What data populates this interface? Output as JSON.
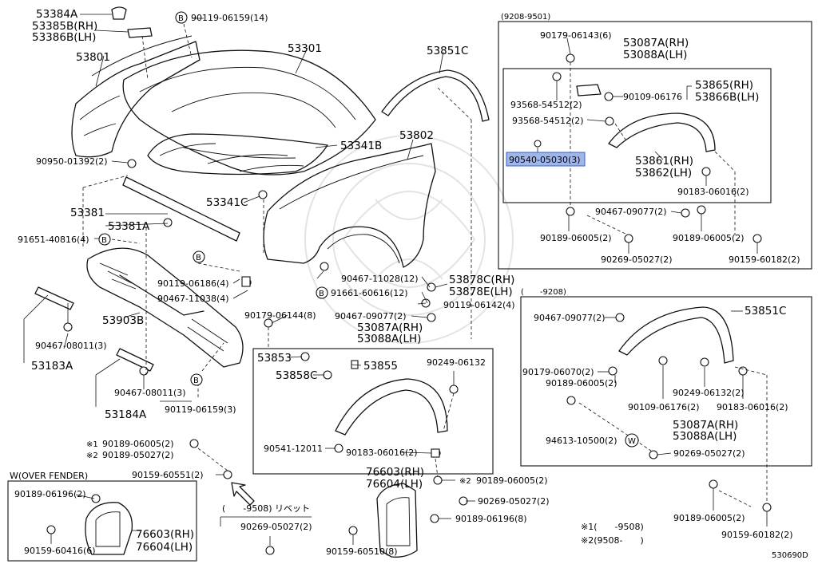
{
  "labels": {
    "p53384A": "53384A",
    "p53385B": "53385B(RH)",
    "p53386B": "53386B(LH)",
    "p90119_06159_14": "90119-06159(14)",
    "p53301": "53301",
    "p53801": "53801",
    "p53851C_top": "53851C",
    "p90950": "90950-01392(2)",
    "p53341B": "53341B",
    "p53802": "53802",
    "p53381": "53381",
    "p53381A": "53381A",
    "p53341C": "53341C",
    "p91651": "91651-40816(4)",
    "p90119_06186": "90119-06186(4)",
    "p90467_11038": "90467-11038(4)",
    "p90467_11028": "90467-11028(12)",
    "p91661": "91661-60616(12)",
    "p53878C": "53878C(RH)",
    "p53878E": "53878E(LH)",
    "p90119_06142": "90119-06142(4)",
    "p90179_06144": "90179-06144(8)",
    "p53903B": "53903B",
    "p90467_08011_a": "90467-08011(3)",
    "p53183A": "53183A",
    "p90467_08011_b": "90467-08011(3)",
    "p53184A": "53184A",
    "p90119_06159_3": "90119-06159(3)",
    "p90467_09077_mid": "90467-09077(2)",
    "p53087A_mid": "53087A(RH)",
    "p53088A_mid": "53088A(LH)",
    "p53853": "53853",
    "p53855": "53855",
    "p53858C": "53858C",
    "p90249_06132_mid": "90249-06132",
    "p90541": "90541-12011",
    "p90183_06016_mid": "90183-06016(2)",
    "p_x1_90189": "90189-06005(2)",
    "p_x2_90189": "90189-05027(2)",
    "note_x1_mark": "※1",
    "note_x2_mark": "※2",
    "p90159_60551": "90159-60551(2)",
    "p76603_mid": "76603(RH)",
    "p76604_mid": "76604(LH)",
    "p_x2_90189_06005": "90189-06005(2)",
    "p90269_05027_mid": "90269-05027(2)",
    "p90189_06196_8": "90189-06196(8)",
    "p90159_60510": "90159-60510(8)",
    "rivet_caption": "(　　-9508) リベット",
    "p90269_05027_rivet": "90269-05027(2)",
    "w_caption": "W(OVER FENDER)",
    "p90189_06196_2": "90189-06196(2)",
    "p90159_60416": "90159-60416(6)",
    "p76603_w": "76603(RH)",
    "p76604_w": "76604(LH)",
    "tr_caption": "(9208-9501)",
    "p90179_06143": "90179-06143(6)",
    "p53087A_tr": "53087A(RH)",
    "p53088A_tr": "53088A(LH)",
    "p53865": "53865(RH)",
    "p53866B": "53866B(LH)",
    "p93568_a": "93568-54512(2)",
    "p90109_06176_tr": "90109-06176",
    "p93568_b": "93568-54512(2)",
    "p90540": "90540-05030(3)",
    "p53861": "53861(RH)",
    "p53862": "53862(LH)",
    "p90183_06016_tr": "90183-06016(2)",
    "p90467_09077_tr": "90467-09077(2)",
    "p90189_06005_tr_a": "90189-06005(2)",
    "p90189_06005_tr_b": "90189-06005(2)",
    "p90269_05027_tr": "90269-05027(2)",
    "p90159_60182_tr": "90159-60182(2)",
    "br_caption": "(　　-9208)",
    "p90467_09077_br": "90467-09077(2)",
    "p53851C_br": "53851C",
    "p90179_06070": "90179-06070(2)",
    "p90189_06005_br": "90189-06005(2)",
    "p90249_06132_br": "90249-06132(2)",
    "p90109_06176_br": "90109-06176(2)",
    "p90183_06016_br": "90183-06016(2)",
    "p53087A_br": "53087A(RH)",
    "p53088A_br": "53088A(LH)",
    "p94613": "94613-10500(2)",
    "w_marker": "W",
    "p90269_05027_br": "90269-05027(2)",
    "p90189_06005_br2": "90189-06005(2)",
    "p90159_60182_br": "90159-60182(2)",
    "b_marker": "B",
    "note1": "※1(　　-9508)",
    "note2": "※2(9508-　　)",
    "diagram_code": "530690D"
  },
  "highlight": {
    "part_number": "90540-05030(3)",
    "color": "#9eb6ec"
  }
}
